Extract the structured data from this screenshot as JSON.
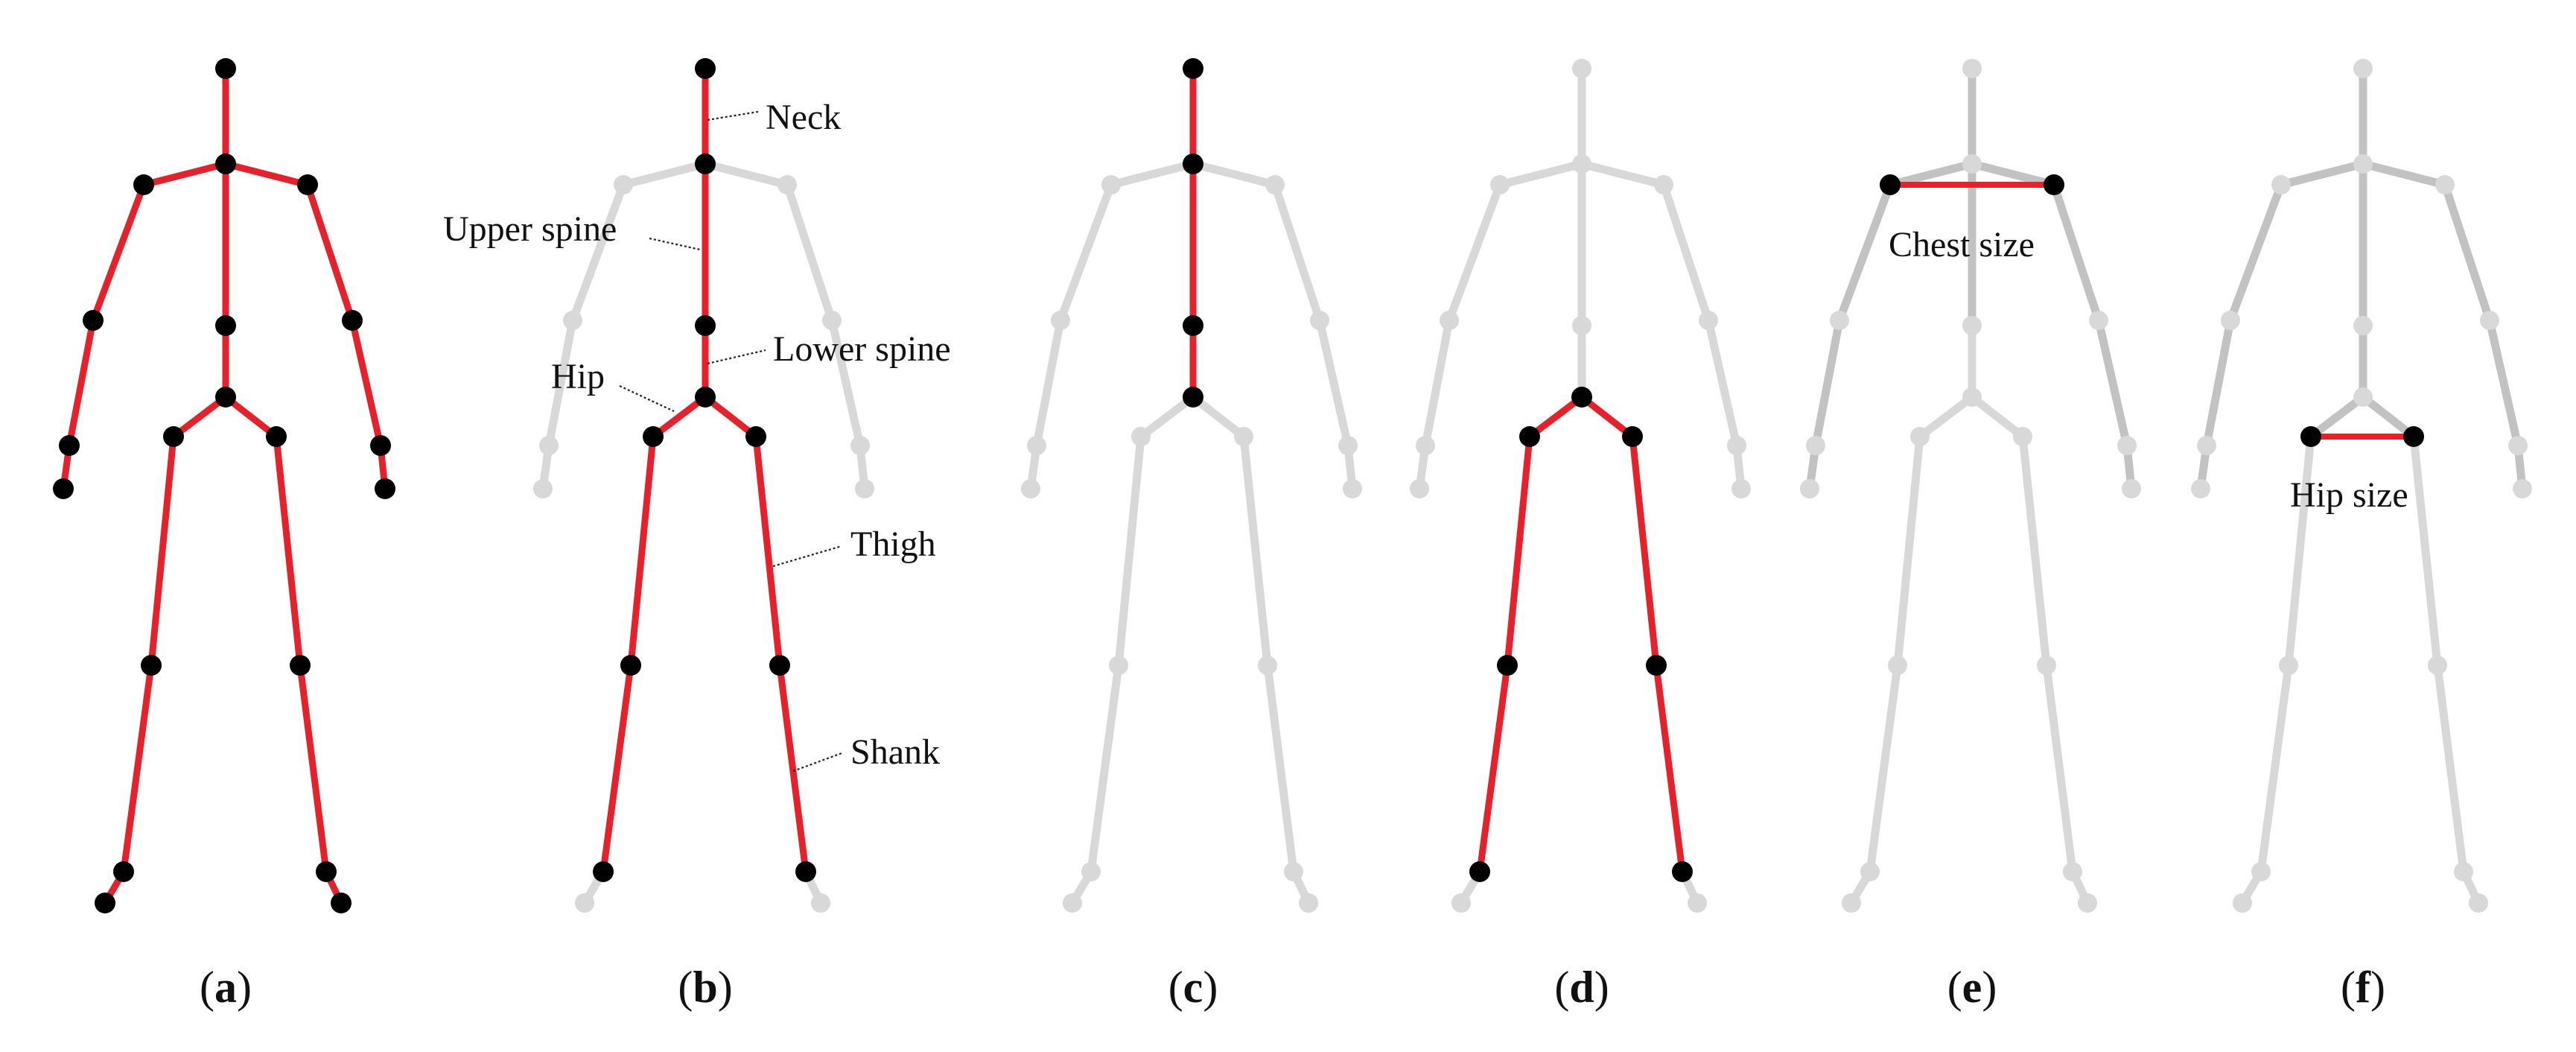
{
  "colors": {
    "highlight_bone": "#e8202a",
    "joint": "#000000",
    "faded_bone": "#d8d8d8",
    "faded_joint": "#d8d8d8",
    "mid_bone": "#c2c2c2"
  },
  "skeleton_bones": [
    [
      "head",
      "neck"
    ],
    [
      "neck",
      "l_shoulder"
    ],
    [
      "neck",
      "r_shoulder"
    ],
    [
      "l_shoulder",
      "l_elbow"
    ],
    [
      "l_elbow",
      "l_wrist"
    ],
    [
      "l_wrist",
      "l_hand"
    ],
    [
      "r_shoulder",
      "r_elbow"
    ],
    [
      "r_elbow",
      "r_wrist"
    ],
    [
      "r_wrist",
      "r_hand"
    ],
    [
      "neck",
      "spine"
    ],
    [
      "spine",
      "pelvis"
    ],
    [
      "pelvis",
      "l_hip"
    ],
    [
      "pelvis",
      "r_hip"
    ],
    [
      "l_hip",
      "l_knee"
    ],
    [
      "l_knee",
      "l_ankle"
    ],
    [
      "l_ankle",
      "l_foot"
    ],
    [
      "r_hip",
      "r_knee"
    ],
    [
      "r_knee",
      "r_ankle"
    ],
    [
      "r_ankle",
      "r_foot"
    ]
  ],
  "panels": [
    {
      "id": "a",
      "caption": "(a)",
      "caption_letter": "a",
      "highlight_bones": "all",
      "highlight_joints": "all",
      "mid_bones": [],
      "extra_lines": [],
      "labels": []
    },
    {
      "id": "b",
      "caption": "(b)",
      "caption_letter": "b",
      "highlight_bones": [
        [
          "head",
          "neck"
        ],
        [
          "neck",
          "spine"
        ],
        [
          "spine",
          "pelvis"
        ],
        [
          "pelvis",
          "l_hip"
        ],
        [
          "pelvis",
          "r_hip"
        ],
        [
          "l_hip",
          "l_knee"
        ],
        [
          "l_knee",
          "l_ankle"
        ],
        [
          "r_hip",
          "r_knee"
        ],
        [
          "r_knee",
          "r_ankle"
        ]
      ],
      "highlight_joints": [
        "head",
        "neck",
        "spine",
        "pelvis",
        "l_hip",
        "r_hip",
        "l_knee",
        "r_knee",
        "l_ankle",
        "r_ankle"
      ],
      "mid_bones": [],
      "extra_lines": [],
      "labels": [
        {
          "key": "neck",
          "text": "Neck"
        },
        {
          "key": "upper_spine",
          "text": "Upper spine"
        },
        {
          "key": "lower_spine",
          "text": "Lower spine"
        },
        {
          "key": "hip",
          "text": "Hip"
        },
        {
          "key": "thigh",
          "text": "Thigh"
        },
        {
          "key": "shank",
          "text": "Shank"
        }
      ]
    },
    {
      "id": "c",
      "caption": "(c)",
      "caption_letter": "c",
      "highlight_bones": [
        [
          "head",
          "neck"
        ],
        [
          "neck",
          "spine"
        ],
        [
          "spine",
          "pelvis"
        ]
      ],
      "highlight_joints": [
        "head",
        "neck",
        "spine",
        "pelvis"
      ],
      "mid_bones": [],
      "extra_lines": [],
      "labels": []
    },
    {
      "id": "d",
      "caption": "(d)",
      "caption_letter": "d",
      "highlight_bones": [
        [
          "pelvis",
          "l_hip"
        ],
        [
          "pelvis",
          "r_hip"
        ],
        [
          "l_hip",
          "l_knee"
        ],
        [
          "l_knee",
          "l_ankle"
        ],
        [
          "r_hip",
          "r_knee"
        ],
        [
          "r_knee",
          "r_ankle"
        ]
      ],
      "highlight_joints": [
        "pelvis",
        "l_hip",
        "r_hip",
        "l_knee",
        "r_knee",
        "l_ankle",
        "r_ankle"
      ],
      "mid_bones": [],
      "extra_lines": [],
      "labels": []
    },
    {
      "id": "e",
      "caption": "(e)",
      "caption_letter": "e",
      "highlight_bones": [],
      "highlight_joints": [
        "l_shoulder",
        "r_shoulder"
      ],
      "mid_bones": [
        [
          "neck",
          "l_shoulder"
        ],
        [
          "neck",
          "r_shoulder"
        ],
        [
          "l_shoulder",
          "l_elbow"
        ],
        [
          "l_elbow",
          "l_wrist"
        ],
        [
          "l_wrist",
          "l_hand"
        ],
        [
          "r_shoulder",
          "r_elbow"
        ],
        [
          "r_elbow",
          "r_wrist"
        ],
        [
          "r_wrist",
          "r_hand"
        ],
        [
          "head",
          "neck"
        ],
        [
          "neck",
          "spine"
        ]
      ],
      "extra_lines": [
        [
          "l_shoulder",
          "r_shoulder"
        ]
      ],
      "labels": [
        {
          "key": "chest_size",
          "text": "Chest size"
        }
      ]
    },
    {
      "id": "f",
      "caption": "(f)",
      "caption_letter": "f",
      "highlight_bones": [],
      "highlight_joints": [
        "l_hip",
        "r_hip"
      ],
      "mid_bones": [
        [
          "neck",
          "l_shoulder"
        ],
        [
          "neck",
          "r_shoulder"
        ],
        [
          "l_shoulder",
          "l_elbow"
        ],
        [
          "l_elbow",
          "l_wrist"
        ],
        [
          "l_wrist",
          "l_hand"
        ],
        [
          "r_shoulder",
          "r_elbow"
        ],
        [
          "r_elbow",
          "r_wrist"
        ],
        [
          "r_wrist",
          "r_hand"
        ],
        [
          "head",
          "neck"
        ],
        [
          "neck",
          "spine"
        ],
        [
          "spine",
          "pelvis"
        ],
        [
          "pelvis",
          "l_hip"
        ],
        [
          "pelvis",
          "r_hip"
        ]
      ],
      "extra_lines": [
        [
          "l_hip",
          "r_hip"
        ]
      ],
      "labels": [
        {
          "key": "hip_size",
          "text": "Hip size"
        }
      ]
    }
  ]
}
